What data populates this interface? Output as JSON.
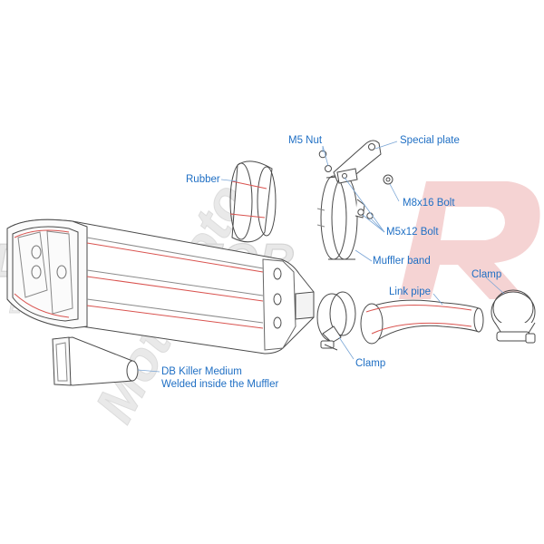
{
  "diagram": {
    "labels": {
      "m5_nut": "M5 Nut",
      "special_plate": "Special plate",
      "rubber": "Rubber",
      "m8x16_bolt": "M8x16 Bolt",
      "m5x12_bolt": "M5x12 Bolt",
      "muffler_band": "Muffler band",
      "clamp_right": "Clamp",
      "link_pipe": "Link pipe",
      "clamp_bottom": "Clamp",
      "db_killer_line1": "DB Killer Medium",
      "db_killer_line2": "Welded inside the Muffler"
    },
    "watermark": {
      "brand": "DOMINATOR",
      "subtitle": "EXHAUST SYSTEM",
      "moto": "MotoMoto"
    },
    "colors": {
      "label": "#1f6fc4",
      "leader": "#7aa6d6",
      "outline": "#4a4a4a",
      "accent_red": "#d9534f",
      "watermark": "#e6e6e6",
      "watermark_r": "#f2c9c9"
    }
  }
}
